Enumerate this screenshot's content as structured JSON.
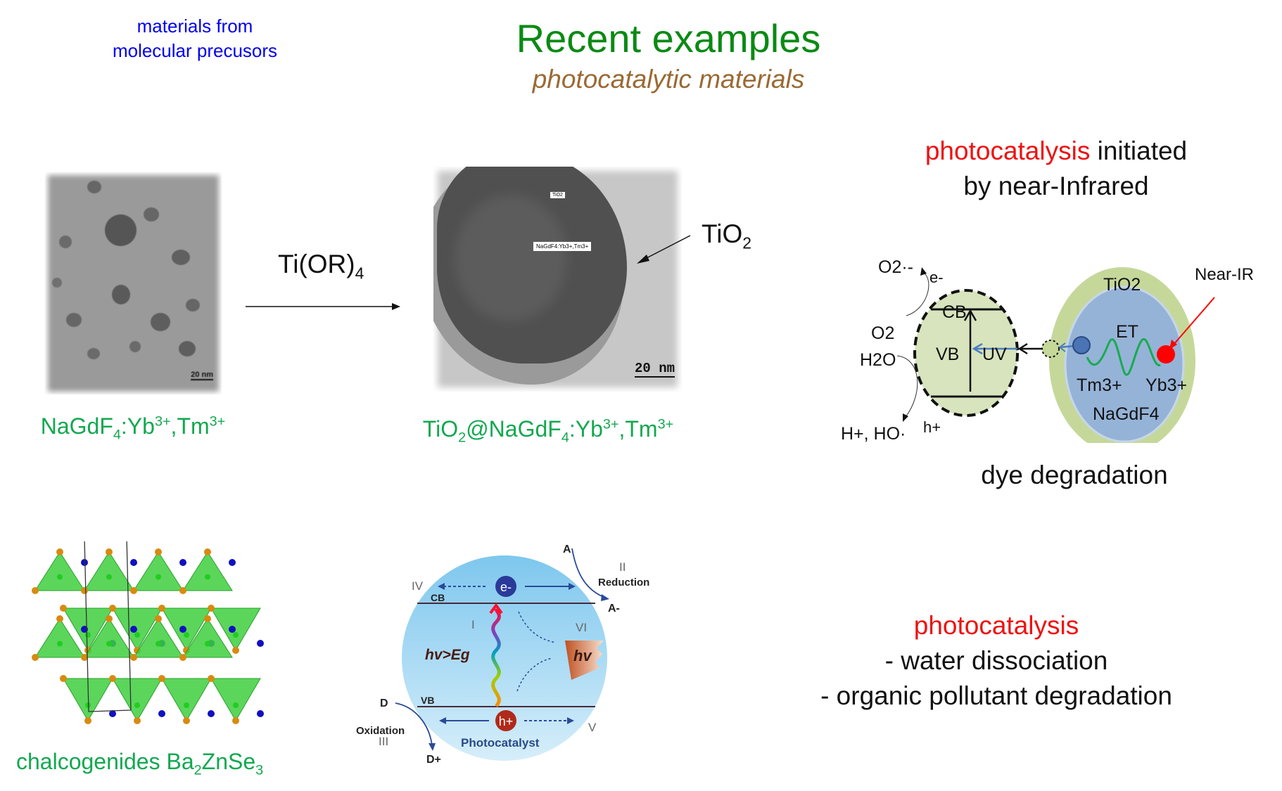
{
  "header": {
    "note_line1": "materials from",
    "note_line2": "molecular precusors",
    "title": "Recent examples",
    "subtitle": "photocatalytic materials"
  },
  "colors": {
    "title": "#0a8a14",
    "subtitle": "#9a6a34",
    "note": "#0000ee",
    "material": "#12a850",
    "highlight": "#ee1111"
  },
  "tem1": {
    "scale_bar": "20 nm",
    "caption_main": "NaGdF",
    "caption_sub": "4",
    "caption_rest": ":Yb",
    "sup1": "3+",
    "caption_mid": ",Tm",
    "sup2": "3+"
  },
  "reaction": {
    "reagent": "Ti(OR)",
    "reagent_sub": "4"
  },
  "tem2": {
    "scale_bar": "20 nm",
    "inset_tio2": "TiO2",
    "inset_core": "NaGdF4:Yb3+,Tm3+",
    "pointer_label": "TiO",
    "pointer_sub": "2",
    "caption_a": "TiO",
    "caption_a_sub": "2",
    "caption_b": "@NaGdF",
    "caption_b_sub": "4",
    "caption_c": ":Yb",
    "sup1": "3+",
    "caption_d": ",Tm",
    "sup2": "3+"
  },
  "nir": {
    "heading_red": "photocatalysis",
    "heading_rest": " initiated",
    "heading_line2": "by near-Infrared",
    "footer": "dye degradation",
    "diagram": {
      "o2_radical": "O2·-",
      "e_minus": "e-",
      "o2": "O2",
      "h2o": "H2O",
      "products": "H+, HO·",
      "h_plus": "h+",
      "cb": "CB",
      "vb": "VB",
      "uv": "UV",
      "tio2": "TiO2",
      "et": "ET",
      "tm": "Tm3+",
      "yb": "Yb3+",
      "nagdf4": "NaGdF4",
      "near_ir": "Near-IR"
    }
  },
  "crystal": {
    "caption": "chalcogenides Ba",
    "sub1": "2",
    "caption2": "ZnSe",
    "sub2": "3"
  },
  "photocatalyst": {
    "iv": "IV",
    "cb": "CB",
    "e": "e-",
    "i": "I",
    "vi": "VI",
    "hv_eg": "hv>Eg",
    "hv": "hv",
    "vb": "VB",
    "h": "h+",
    "d": "D",
    "oxidation": "Oxidation",
    "iii": "III",
    "d_plus": "D+",
    "label": "Photocatalyst",
    "v": "V",
    "a": "A",
    "ii": "II",
    "reduction": "Reduction",
    "a_minus": "A-"
  },
  "applications": {
    "heading": "photocatalysis",
    "items": [
      "- water dissociation",
      "- organic pollutant degradation"
    ]
  }
}
